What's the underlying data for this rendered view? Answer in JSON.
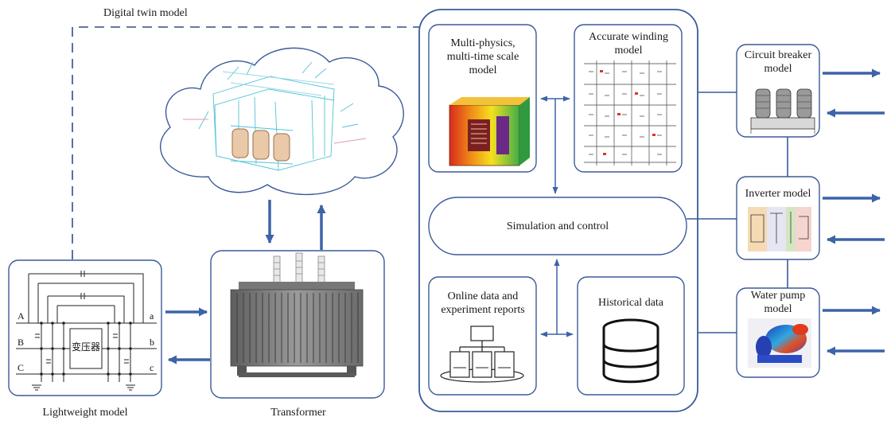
{
  "labels": {
    "digital_twin": "Digital twin model",
    "lightweight": "Lightweight model",
    "transformer": "Transformer",
    "multiphysics": "Multi-physics, multi-time scale model",
    "winding": "Accurate winding model",
    "simulation": "Simulation and control",
    "online": "Online data and experiment reports",
    "historical": "Historical data",
    "circuit_breaker": "Circuit breaker model",
    "inverter": "Inverter model",
    "water_pump": "Water pump model"
  },
  "circuit": {
    "terminals_left": [
      "A",
      "B",
      "C"
    ],
    "terminals_right": [
      "a",
      "b",
      "c"
    ],
    "center_text": "变压器"
  },
  "colors": {
    "frame": "#3b5a9a",
    "arrow": "#3d63a8",
    "dashed": "#2f4f88"
  }
}
